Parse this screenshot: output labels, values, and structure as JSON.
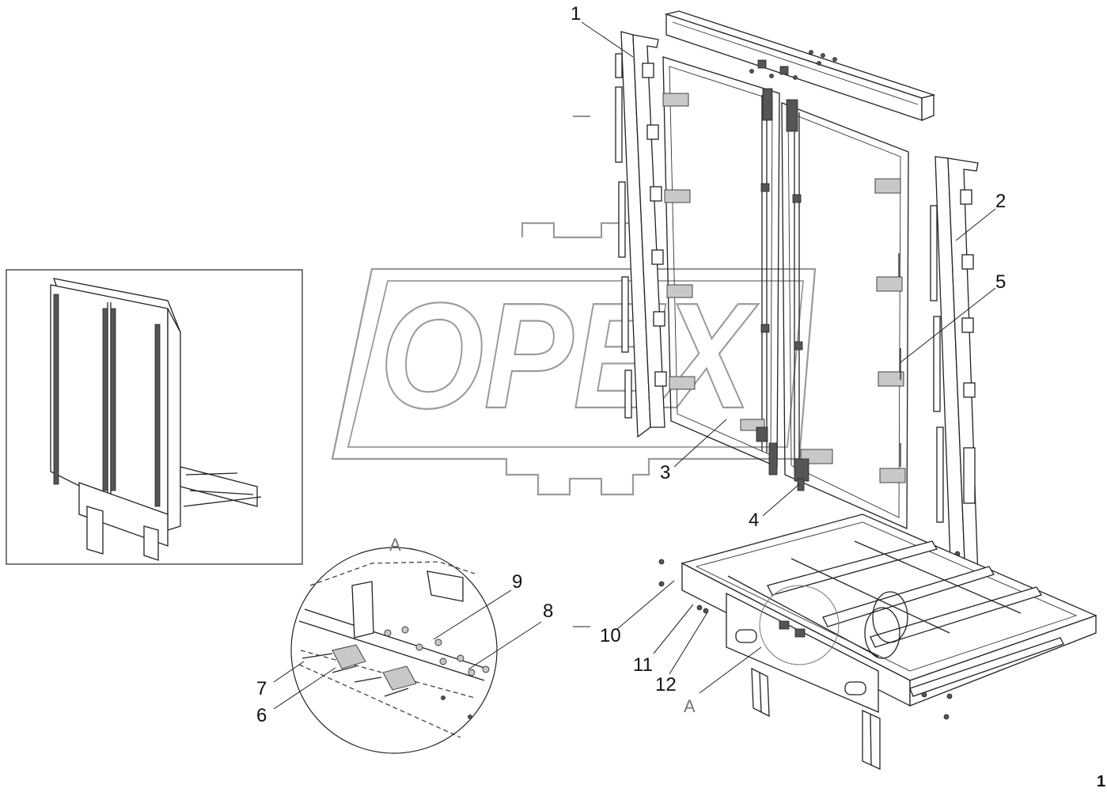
{
  "watermark": {
    "text": "OPEX"
  },
  "callouts": {
    "c1": "1",
    "c2": "2",
    "c3": "3",
    "c4": "4",
    "c5": "5",
    "c6": "6",
    "c7": "7",
    "c8": "8",
    "c9": "9",
    "c10": "10",
    "c11": "11",
    "c12": "12"
  },
  "detail": {
    "view_label": "A",
    "marker_label": "A"
  },
  "sheet_number": "1",
  "colors": {
    "line": "#222222",
    "watermark": "#9a9a9a",
    "label_grey": "#777777",
    "fill_grey": "#c8c8c8"
  }
}
